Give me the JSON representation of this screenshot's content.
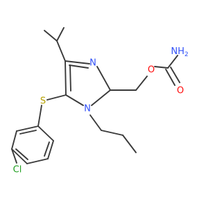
{
  "molecule": {
    "colors": {
      "bond": "#3a3a3a",
      "oxygen": "#ff0d0d",
      "nitrogen": "#3050f8",
      "sulfur": "#b5a000",
      "chlorine": "#22a022",
      "background": "#ffffff"
    },
    "atom_labels": {
      "nh2": "NH",
      "nh2_subscript": "2",
      "carbonyl_o": "O",
      "ester_o": "O",
      "ring_n_top": "N",
      "ring_n_bottom": "N",
      "sulfur": "S",
      "chlorine": "Cl"
    }
  }
}
